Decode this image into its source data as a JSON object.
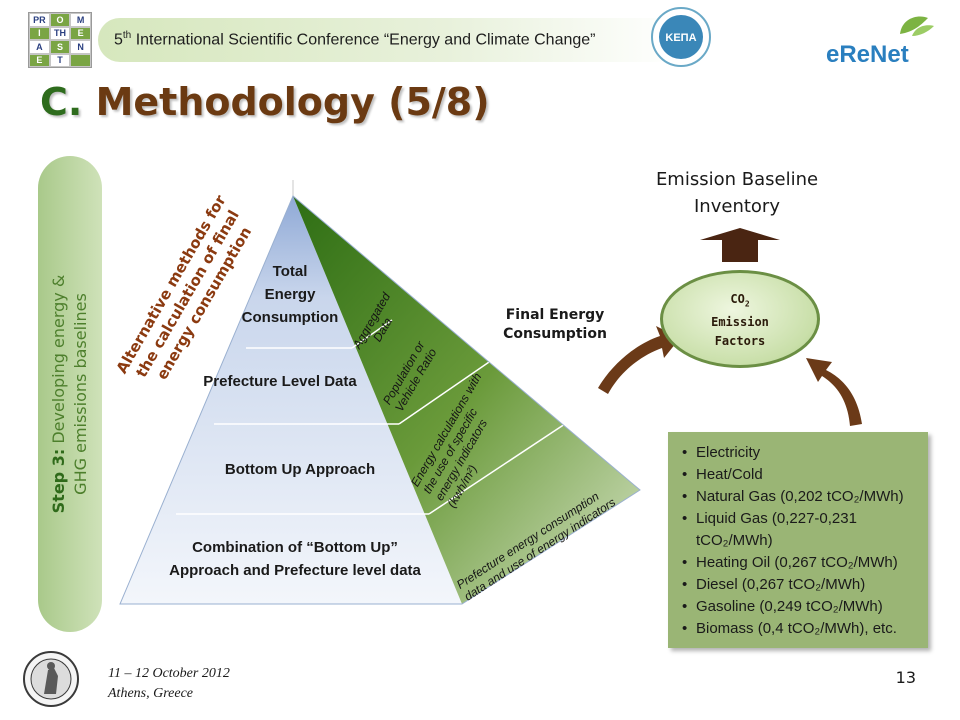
{
  "header": {
    "logo_letters": [
      "PR",
      "O",
      "M",
      "I",
      "TH",
      "E",
      "A",
      "S",
      "N",
      "E",
      "T",
      ""
    ],
    "conference_ordinal": "5",
    "conference_suffix": "th",
    "conference_title": " International Scientific Conference “Energy and Climate Change”",
    "kepa_label": "ΚΕΠΑ",
    "erenet_label": "eReNet"
  },
  "title": {
    "prefix": "C.",
    "text": "Methodology (5/8)"
  },
  "step": {
    "label": "Step 3:",
    "line1": " Developing energy &",
    "line2": "GHG emissions baselines"
  },
  "pyramid": {
    "side_heading": "Alternative methods for the calculation of final energy consumption",
    "levels": [
      {
        "line1": "Total",
        "line2": "Energy",
        "line3": "Consumption"
      },
      {
        "line1": "Prefecture Level Data"
      },
      {
        "line1": "Bottom Up Approach"
      },
      {
        "line1": "Combination of “Bottom Up”",
        "line2": "Approach and Prefecture level data"
      }
    ],
    "side_labels": [
      {
        "line1": "Aggregated",
        "line2": "Data"
      },
      {
        "line1": "Population or",
        "line2": "Vehicle Ratio"
      },
      {
        "line1": "Energy calculations with",
        "line2": "the use of specific",
        "line3": "energy indicators",
        "line4": "(kwh/m²)"
      },
      {
        "line1": "Prefecture energy consumption",
        "line2": "data and use of energy indicators"
      }
    ]
  },
  "flow": {
    "final_energy_line1": "Final Energy",
    "final_energy_line2": "Consumption",
    "baseline_line1": "Emission Baseline",
    "baseline_line2": "Inventory",
    "co2_line1": "CO",
    "co2_sub": "2",
    "co2_line2": "Emission",
    "co2_line3": "Factors"
  },
  "fuels": [
    {
      "name": "Electricity",
      "factor": ""
    },
    {
      "name": "Heat/Cold",
      "factor": ""
    },
    {
      "name": "Natural Gas",
      "factor": "(0,202 tCO₂/MWh)"
    },
    {
      "name": "Liquid Gas",
      "factor": "(0,227-0,231 tCO₂/MWh)"
    },
    {
      "name": "Heating Oil",
      "factor": "(0,267 tCO₂/MWh)"
    },
    {
      "name": "Diesel",
      "factor": "(0,267 tCO₂/MWh)"
    },
    {
      "name": "Gasoline",
      "factor": "(0,249 tCO₂/MWh)"
    },
    {
      "name": "Biomass",
      "factor": "(0,4 tCO₂/MWh), etc."
    }
  ],
  "footer": {
    "dates": "11 – 12 October 2012",
    "place": "Athens, Greece",
    "page_number": "13"
  },
  "colors": {
    "title_prefix": "#2e6c1d",
    "title_text": "#6b3a12",
    "pyramid_front": "#dde6f3",
    "pyramid_side": "#5b8c2e",
    "arrow": "#6b3a18",
    "fuel_box": "#9ab575"
  }
}
